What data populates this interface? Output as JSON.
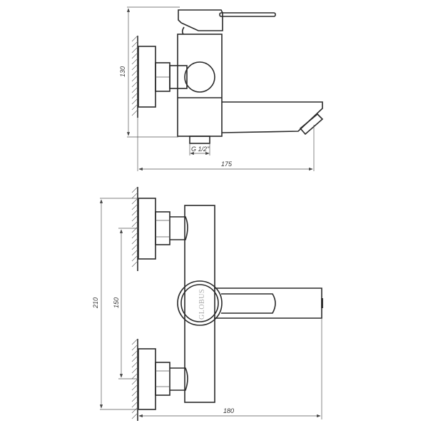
{
  "drawing": {
    "subject": "Wall-mounted bath mixer technical drawing",
    "side_view": {
      "height_dim": "130",
      "width_dim": "175",
      "thread_label": "G 1/2\""
    },
    "front_view": {
      "height_dim": "210",
      "center_dim": "150",
      "width_dim": "180",
      "brand_logo": "GLOBUS"
    }
  }
}
